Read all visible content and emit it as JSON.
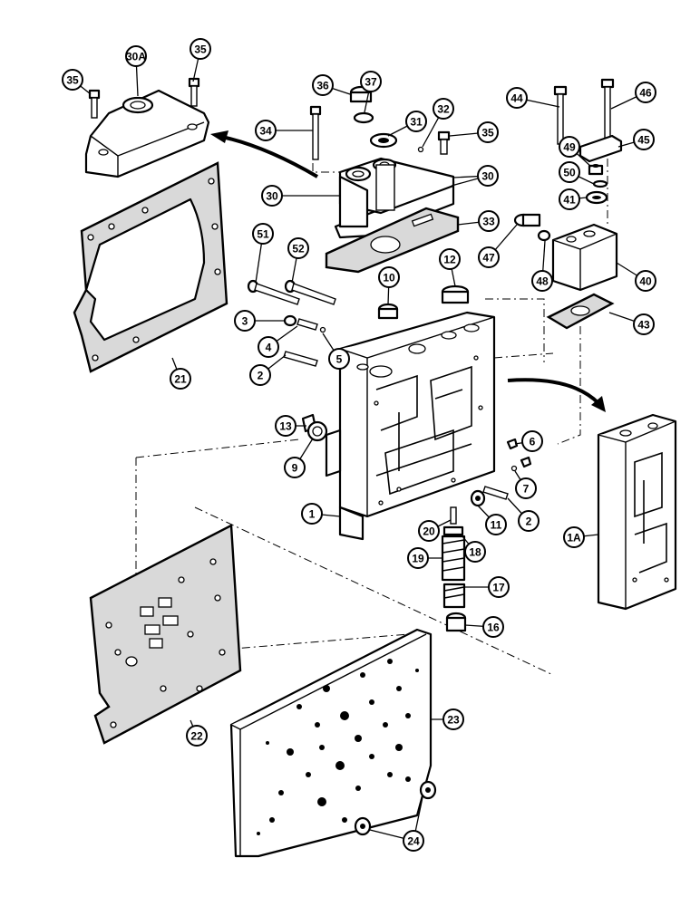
{
  "callouts": [
    {
      "label": "35"
    },
    {
      "label": "30A"
    },
    {
      "label": "35"
    },
    {
      "label": "36"
    },
    {
      "label": "37"
    },
    {
      "label": "31"
    },
    {
      "label": "32"
    },
    {
      "label": "34"
    },
    {
      "label": "35"
    },
    {
      "label": "30"
    },
    {
      "label": "30"
    },
    {
      "label": "33"
    },
    {
      "label": "44"
    },
    {
      "label": "46"
    },
    {
      "label": "45"
    },
    {
      "label": "49"
    },
    {
      "label": "50"
    },
    {
      "label": "41"
    },
    {
      "label": "47"
    },
    {
      "label": "48"
    },
    {
      "label": "40"
    },
    {
      "label": "43"
    },
    {
      "label": "51"
    },
    {
      "label": "52"
    },
    {
      "label": "10"
    },
    {
      "label": "12"
    },
    {
      "label": "3"
    },
    {
      "label": "4"
    },
    {
      "label": "5"
    },
    {
      "label": "2"
    },
    {
      "label": "21"
    },
    {
      "label": "13"
    },
    {
      "label": "9"
    },
    {
      "label": "6"
    },
    {
      "label": "7"
    },
    {
      "label": "1"
    },
    {
      "label": "20"
    },
    {
      "label": "11"
    },
    {
      "label": "2"
    },
    {
      "label": "18"
    },
    {
      "label": "19"
    },
    {
      "label": "17"
    },
    {
      "label": "16"
    },
    {
      "label": "1A"
    },
    {
      "label": "22"
    },
    {
      "label": "23"
    },
    {
      "label": "24"
    }
  ]
}
